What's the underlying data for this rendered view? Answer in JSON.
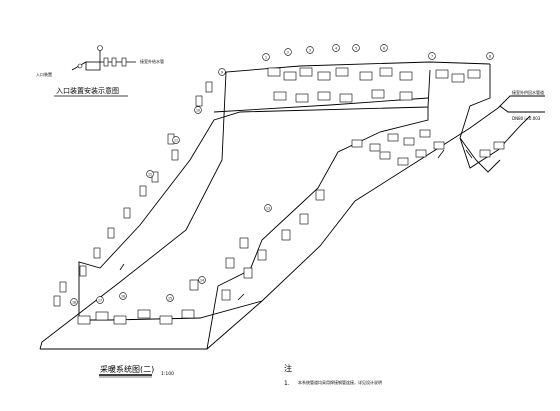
{
  "inset": {
    "title": "入口装置安装示意图",
    "tag_right": "接室外给水管",
    "tag_left": "入口装置"
  },
  "main": {
    "title": "采暖系统图(二)",
    "scale": "1:100"
  },
  "supply": {
    "label": "接室外供回水管道",
    "sublabel": "DN80 i=0.003"
  },
  "notes": {
    "heading": "注",
    "items": [
      {
        "num": "1.",
        "text": "本系统管道均采用焊接钢管连接，详见设计说明"
      }
    ]
  },
  "riser_markers": [
    "1",
    "2",
    "3",
    "4",
    "5",
    "6",
    "7",
    "8",
    "9",
    "10",
    "11",
    "12",
    "13",
    "14",
    "15",
    "16",
    "17",
    "18"
  ],
  "colors": {
    "line": "#000000",
    "background": "#ffffff"
  }
}
